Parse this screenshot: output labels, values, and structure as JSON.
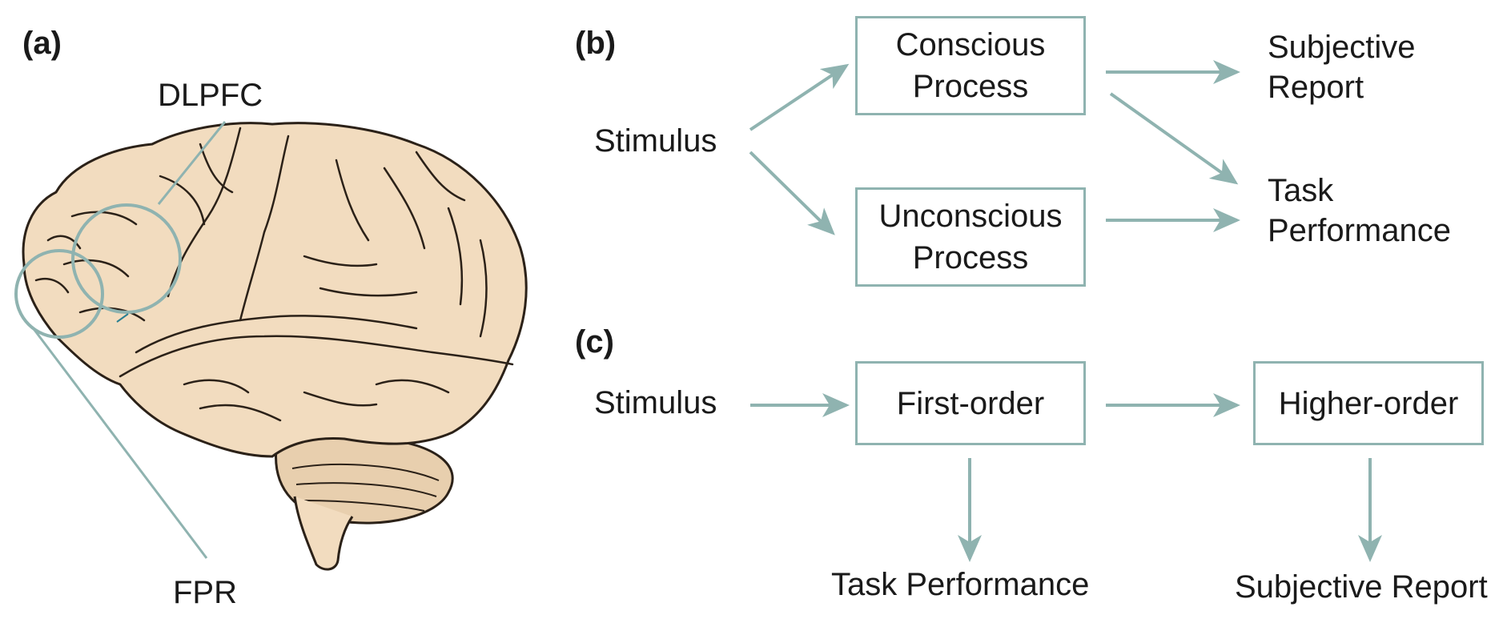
{
  "colors": {
    "accent": "#8fb3b0",
    "brain_fill": "#f2dcbf",
    "brain_line": "#2b2118",
    "text": "#1a1a1a"
  },
  "panel_a": {
    "label": "(a)",
    "regions": {
      "dlpfc": "DLPFC",
      "fpr": "FPR"
    }
  },
  "panel_b": {
    "label": "(b)",
    "stimulus": "Stimulus",
    "conscious": [
      "Conscious",
      "Process"
    ],
    "unconscious": [
      "Unconscious",
      "Process"
    ],
    "subjective": [
      "Subjective",
      "Report"
    ],
    "task": [
      "Task",
      "Performance"
    ]
  },
  "panel_c": {
    "label": "(c)",
    "stimulus": "Stimulus",
    "first_order": "First-order",
    "higher_order": "Higher-order",
    "task": "Task Performance",
    "subjective": "Subjective Report"
  }
}
